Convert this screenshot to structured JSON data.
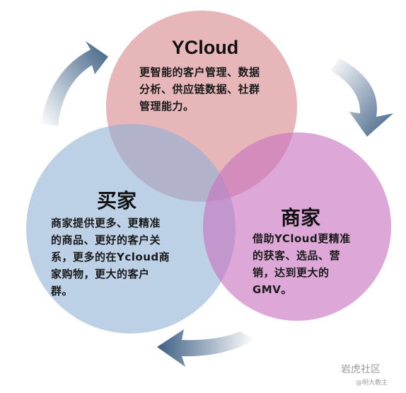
{
  "diagram": {
    "ycloud": {
      "title": "YCloud",
      "lines": [
        "更智能的客户管理、数据",
        "分析、供应链数据、社群",
        "管理能力。"
      ]
    },
    "buyer": {
      "title": "买家",
      "lines": [
        "商家提供更多、更精准",
        "的商品、更好的客户关",
        "系，更多的在Ycloud商",
        "家购物，更大的客户",
        "群。"
      ]
    },
    "seller": {
      "title": "商家",
      "lines": [
        "借助YCloud更精准",
        "的获客、选品、营",
        "销，达到更大的",
        "GMV。"
      ]
    }
  },
  "colors": {
    "ycloud_circle": "#dd9a9e",
    "buyer_circle": "#8fb0d6",
    "seller_circle": "#c873bf",
    "arrow": "#3d5f84"
  },
  "watermark": {
    "brand": "岩虎社区",
    "user": "@明大教主"
  }
}
